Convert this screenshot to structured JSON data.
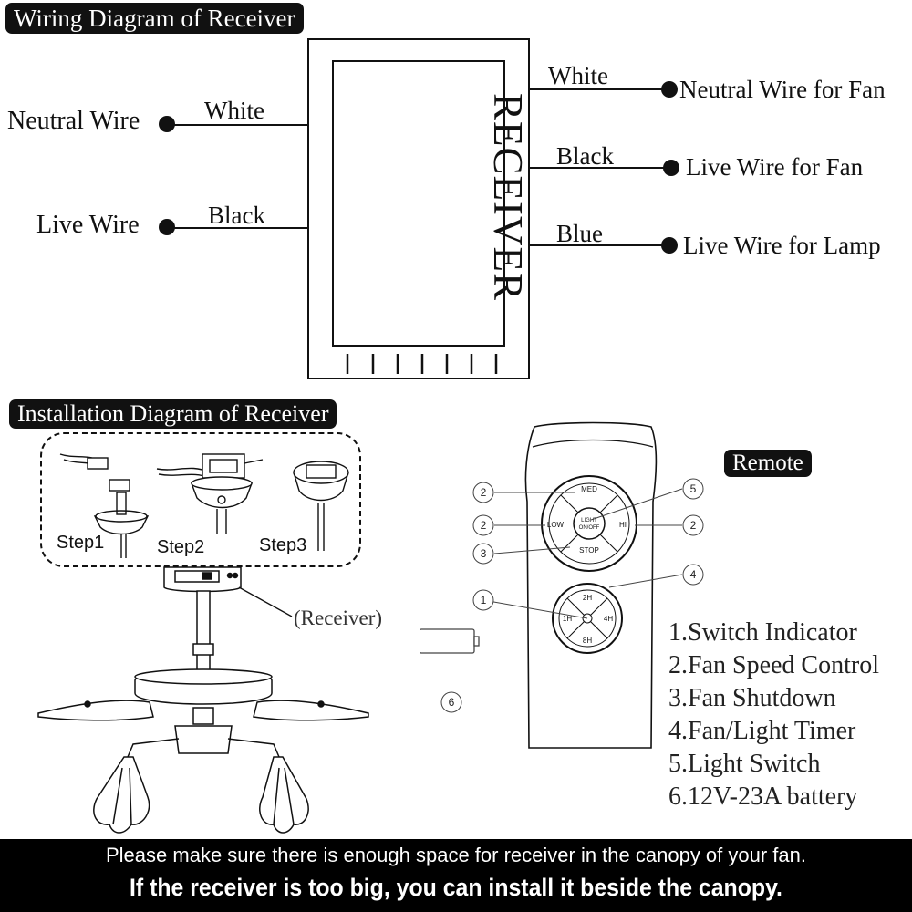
{
  "wiring": {
    "title": "Wiring Diagram of Receiver",
    "receiver_label": "RECEIVER",
    "inputs": [
      {
        "wire_color": "White",
        "terminal": "Neutral Wire"
      },
      {
        "wire_color": "Black",
        "terminal": "Live Wire"
      }
    ],
    "outputs": [
      {
        "wire_color": "White",
        "terminal": "Neutral Wire for Fan"
      },
      {
        "wire_color": "Black",
        "terminal": "Live Wire for Fan"
      },
      {
        "wire_color": "Blue",
        "terminal": "Live Wire for Lamp"
      }
    ]
  },
  "installation": {
    "title": "Installation Diagram of Receiver",
    "steps": [
      "Step1",
      "Step2",
      "Step3"
    ],
    "receiver_callout": "(Receiver)"
  },
  "remote": {
    "title": "Remote",
    "buttons": {
      "med": "MED",
      "low": "LOW",
      "hi": "HI",
      "stop": "STOP",
      "light_line1": "LIGHT",
      "light_line2": "ON/OFF",
      "t2h": "2H",
      "t1h": "1H",
      "t4h": "4H",
      "t8h": "8H"
    },
    "callouts": [
      "2",
      "2",
      "3",
      "5",
      "2",
      "4",
      "1",
      "6"
    ],
    "legend": [
      "1.Switch Indicator",
      "2.Fan Speed Control",
      "3.Fan Shutdown",
      "4.Fan/Light Timer",
      "5.Light Switch",
      "6.12V-23A battery"
    ]
  },
  "footer": {
    "line1": "Please make sure there is enough space for receiver in the canopy of your fan.",
    "line2": "If the receiver is too big, you can install it beside the canopy."
  }
}
